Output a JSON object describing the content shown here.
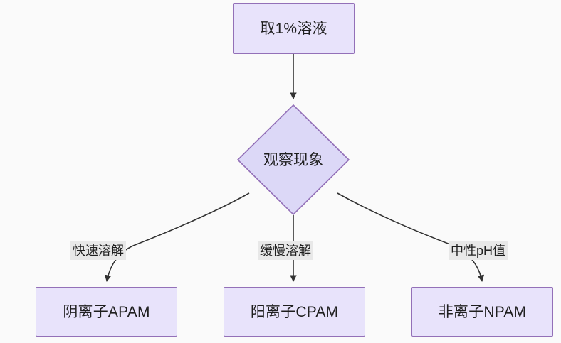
{
  "diagram": {
    "type": "flowchart",
    "direction": "top-down",
    "background_color": "#fafafa",
    "node_fill_color": "#e8e3fb",
    "node_border_color": "#9370b8",
    "edge_color": "#333333",
    "edge_label_background": "#e8e8e8",
    "text_color": "#1f1f1f",
    "nodes": [
      {
        "id": "start",
        "shape": "rectangle",
        "label": "取1%溶液"
      },
      {
        "id": "decision",
        "shape": "diamond",
        "label": "观察现象"
      },
      {
        "id": "apam",
        "shape": "rectangle",
        "label": "阴离子APAM"
      },
      {
        "id": "cpam",
        "shape": "rectangle",
        "label": "阳离子CPAM"
      },
      {
        "id": "npam",
        "shape": "rectangle",
        "label": "非离子NPAM"
      }
    ],
    "edges": [
      {
        "from": "start",
        "to": "decision",
        "label": ""
      },
      {
        "from": "decision",
        "to": "apam",
        "label": "快速溶解"
      },
      {
        "from": "decision",
        "to": "cpam",
        "label": "缓慢溶解"
      },
      {
        "from": "decision",
        "to": "npam",
        "label": "中性pH值"
      }
    ]
  }
}
